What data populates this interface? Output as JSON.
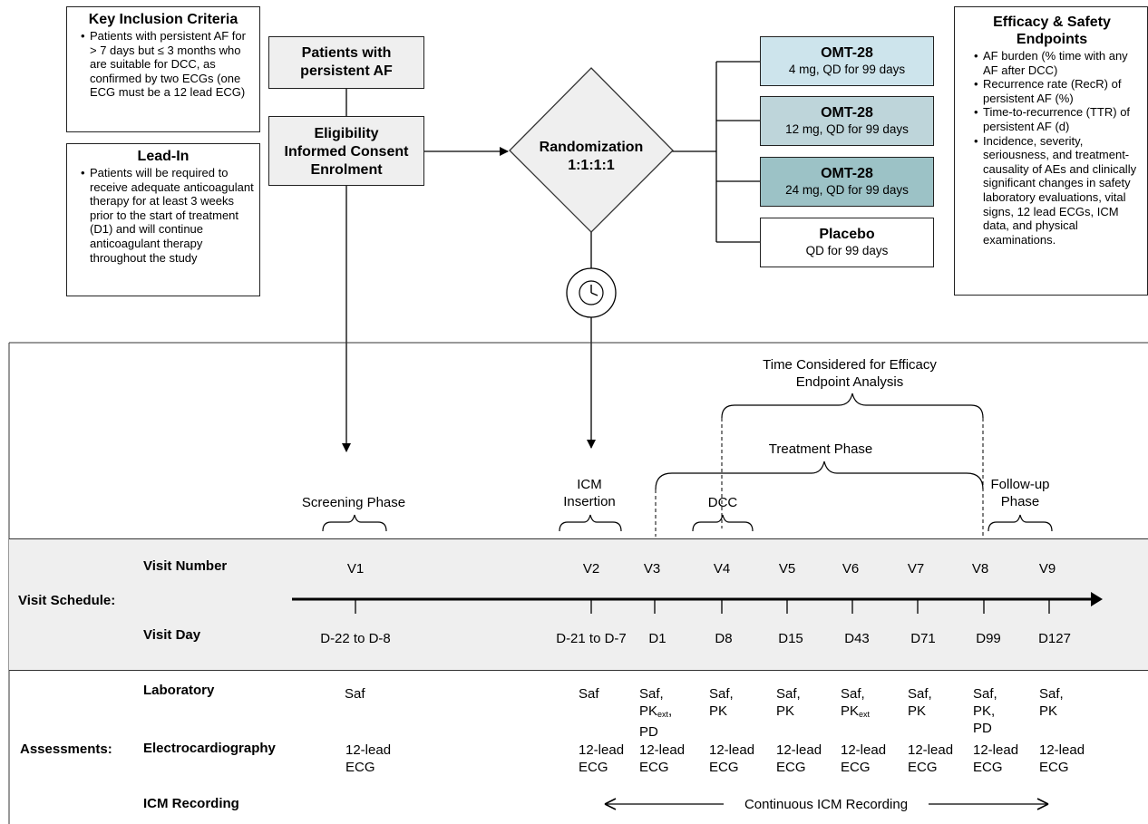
{
  "inclusion": {
    "title": "Key Inclusion Criteria",
    "items": [
      "Patients with persistent AF for > 7 days but ≤ 3 months who are suitable for DCC, as confirmed by two ECGs (one ECG must be a 12 lead ECG)"
    ]
  },
  "leadin": {
    "title": "Lead-In",
    "items": [
      "Patients will be required to receive adequate anticoagulant therapy for at least 3 weeks prior to the start of treatment (D1) and will continue anticoagulant therapy throughout the study"
    ]
  },
  "patients_box": "Patients with persistent AF",
  "eligibility_box": {
    "line1": "Eligibility",
    "line2": "Informed Consent",
    "line3": "Enrolment"
  },
  "randomization": {
    "line1": "Randomization",
    "line2": "1:1:1:1"
  },
  "arms": [
    {
      "title": "OMT-28",
      "sub": "4 mg, QD for 99 days",
      "color": "#cde4ec"
    },
    {
      "title": "OMT-28",
      "sub": "12 mg, QD for 99 days",
      "color": "#bed5da"
    },
    {
      "title": "OMT-28",
      "sub": "24 mg, QD for 99 days",
      "color": "#9cc2c6"
    },
    {
      "title": "Placebo",
      "sub": "QD for 99 days",
      "color": "#ffffff"
    }
  ],
  "endpoints": {
    "title": "Efficacy & Safety Endpoints",
    "items": [
      "AF burden (% time with any AF after DCC)",
      "Recurrence rate (RecR) of persistent AF (%)",
      "Time-to-recurrence (TTR) of persistent AF (d)",
      "Incidence, severity, seriousness, and treatment-causality of AEs and clinically significant changes in safety laboratory evaluations, vital signs, 12 lead ECGs, ICM data, and physical examinations."
    ]
  },
  "phases": {
    "efficacy_line1": "Time Considered for Efficacy",
    "efficacy_line2": "Endpoint Analysis",
    "treatment": "Treatment Phase",
    "icm_line1": "ICM",
    "icm_line2": "Insertion",
    "dcc": "DCC",
    "followup_line1": "Follow-up",
    "followup_line2": "Phase",
    "screening": "Screening Phase"
  },
  "schedule": {
    "section_label": "Visit Schedule:",
    "visit_number_label": "Visit Number",
    "visit_day_label": "Visit Day",
    "visits": [
      {
        "num": "V1",
        "day": "D-22 to D-8"
      },
      {
        "num": "V2",
        "day": "D-21 to D-7"
      },
      {
        "num": "V3",
        "day": "D1"
      },
      {
        "num": "V4",
        "day": "D8"
      },
      {
        "num": "V5",
        "day": "D15"
      },
      {
        "num": "V6",
        "day": "D43"
      },
      {
        "num": "V7",
        "day": "D71"
      },
      {
        "num": "V8",
        "day": "D99"
      },
      {
        "num": "V9",
        "day": "D127"
      }
    ]
  },
  "assessments": {
    "section_label": "Assessments:",
    "laboratory_label": "Laboratory",
    "ecg_label": "Electrocardiography",
    "icm_label": "ICM Recording",
    "icm_text": "Continuous ICM Recording",
    "lab": {
      "v1": "Saf",
      "v2": "Saf",
      "v3_a": "Saf,",
      "v3_b": "PK",
      "v3_b_sub": "ext",
      "v3_b_suffix": ",",
      "v3_c": "PD",
      "v4_a": "Saf,",
      "v4_b": "PK",
      "v5_a": "Saf,",
      "v5_b": "PK",
      "v6_a": "Saf,",
      "v6_b": "PK",
      "v6_b_sub": "ext",
      "v7_a": "Saf,",
      "v7_b": "PK",
      "v8_a": "Saf,",
      "v8_b": "PK,",
      "v8_c": "PD",
      "v9_a": "Saf,",
      "v9_b": "PK"
    },
    "ecg": {
      "line1": "12-lead",
      "line2": "ECG"
    }
  }
}
